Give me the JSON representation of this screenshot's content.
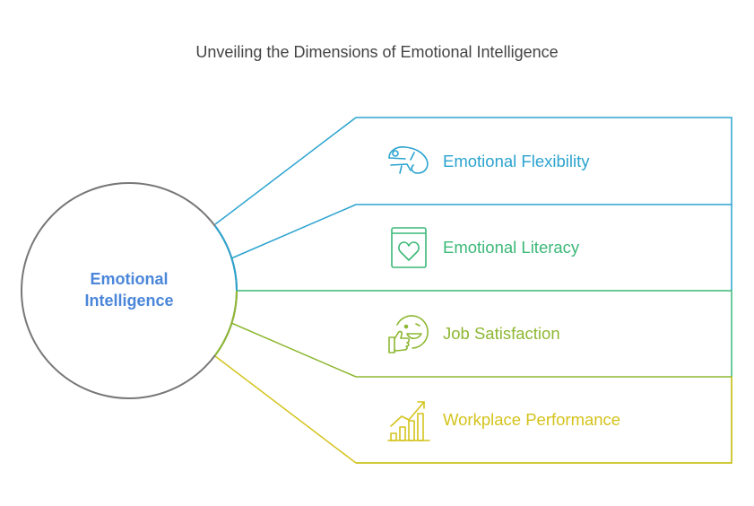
{
  "title": "Unveiling the Dimensions of Emotional Intelligence",
  "hub": {
    "line1": "Emotional",
    "line2": "Intelligence",
    "color": "#4a86d9",
    "circle_color": "#777777"
  },
  "items": [
    {
      "label": "Emotional Flexibility",
      "icon": "chameleon-icon",
      "color": "#2ba3cf"
    },
    {
      "label": "Emotional Literacy",
      "icon": "heart-book-icon",
      "color": "#3cb878"
    },
    {
      "label": "Job Satisfaction",
      "icon": "smiley-thumbs-up-icon",
      "color": "#8db832"
    },
    {
      "label": "Workplace Performance",
      "icon": "growth-chart-icon",
      "color": "#d4c31c"
    }
  ]
}
